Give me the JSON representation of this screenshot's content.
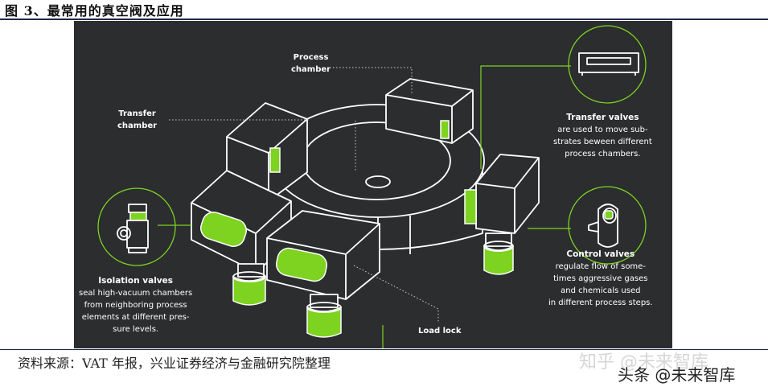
{
  "header": {
    "figure_title": "图 3、最常用的真空阀及应用"
  },
  "colors": {
    "panel_bg": "#2b2d2f",
    "accent_green": "#7ed321",
    "line_white": "#ffffff"
  },
  "diagram": {
    "process_chamber": [
      "Process",
      "chamber"
    ],
    "transfer_chamber": [
      "Transfer",
      "chamber"
    ],
    "load_lock": "Load lock",
    "transfer_valves": {
      "title": "Transfer valves",
      "lines": [
        "are used to move sub-",
        "strates beween different",
        "process chambers."
      ]
    },
    "isolation_valves": {
      "title": "Isolation valves",
      "lines": [
        "seal high-vacuum chambers",
        "from neighboring process",
        "elements at different pres-",
        "sure levels."
      ]
    },
    "control_valves": {
      "title": "Control valves",
      "lines": [
        "regulate flow of some-",
        "times aggressive gases",
        "and chemicals used",
        "in different process steps."
      ]
    }
  },
  "footer": {
    "source": "资料来源：VAT 年报，兴业证券经济与金融研究院整理",
    "watermark_zhihu": "知乎 @未来智库",
    "watermark_toutiao": "头条 @未来智库"
  }
}
